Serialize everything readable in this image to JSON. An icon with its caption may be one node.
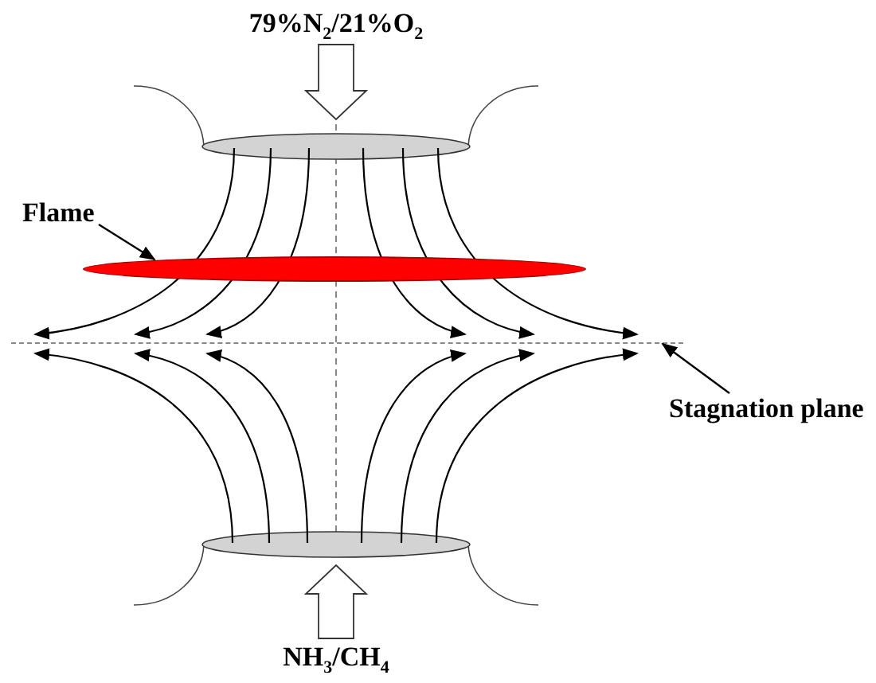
{
  "diagram": {
    "nodes": [
      {
        "text": [
          "Flame"
        ]
      },
      {
        "text": [],
        "shape": "ellipse"
      },
      {
        "text": [
          "Stagnation plane"
        ]
      },
      {
        "text": [],
        "shape": "line"
      }
    ],
    "edges": [
      {
        "from": 0,
        "to": 1,
        "arrow": "to"
      },
      {
        "from": 2,
        "to": 3,
        "arrow": "to"
      }
    ],
    "labels": [
      "79%N$_{2}$/21%O$_{2}$",
      "NH$_{3}$/CH$_{4}$"
    ]
  }
}
